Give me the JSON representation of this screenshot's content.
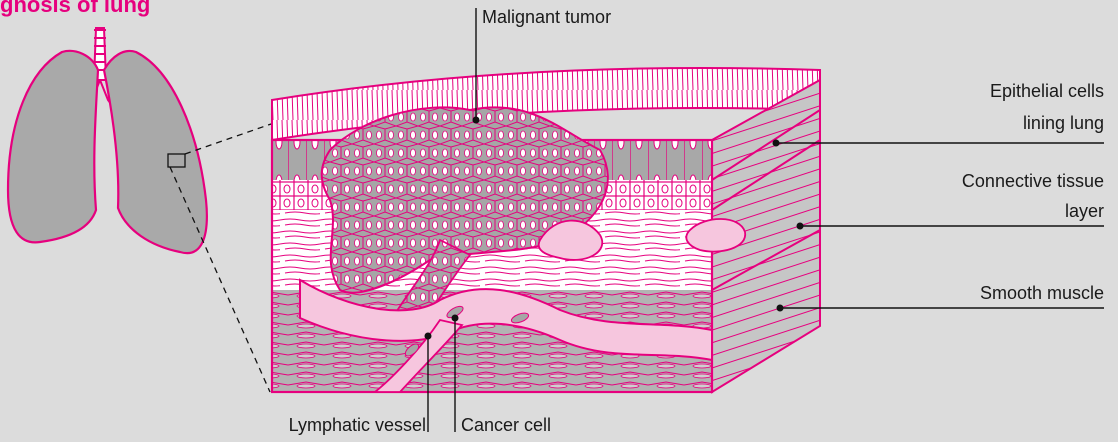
{
  "title": "gnosis of lung",
  "labels": {
    "malignant_tumor": "Malignant tumor",
    "epithelial_line1": "Epithelial cells",
    "epithelial_line2": "lining lung",
    "connective_line1": "Connective tissue",
    "connective_line2": "layer",
    "smooth_muscle": "Smooth muscle",
    "lymphatic_vessel": "Lymphatic vessel",
    "cancer_cell": "Cancer cell"
  },
  "colors": {
    "background": "#dcdcdc",
    "accent": "#e6007e",
    "lung_fill": "#a9a9a9",
    "tissue_gray": "#9e9e9e",
    "tissue_pink": "#f3b9d9",
    "leader_line": "#111111"
  }
}
